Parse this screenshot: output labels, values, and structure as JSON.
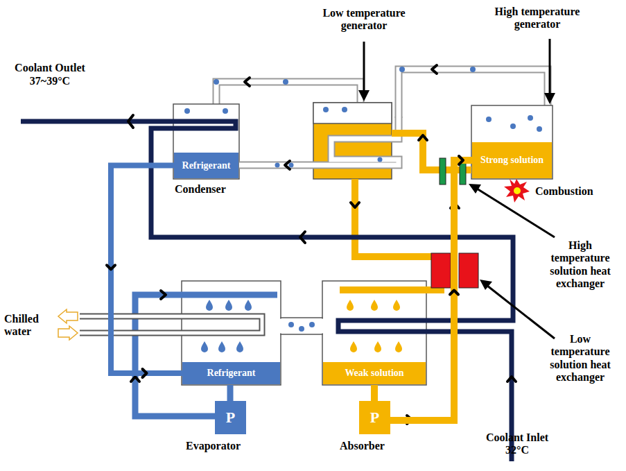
{
  "diagram": {
    "nodes": [
      {
        "text": [
          "Refrigerant"
        ]
      },
      {
        "text": [
          "Strong solution"
        ]
      },
      {
        "text": [
          "Refrigerant"
        ]
      },
      {
        "text": [
          "Weak solution"
        ]
      },
      {
        "text": [
          "P"
        ]
      },
      {
        "text": [
          "P"
        ]
      }
    ],
    "edges": [
      {
        "from": 0,
        "to": 2,
        "arrow": "to"
      },
      {
        "from": 5,
        "to": 1,
        "arrow": "to"
      }
    ],
    "labels": [
      "Low temperature generator",
      "High temperature generator",
      "Coolant Outlet 37~39°C",
      "Condenser",
      "Combustion",
      "High temperature solution heat exchanger",
      "Chilled water",
      "Low temperature solution heat exchanger",
      "Evaporator",
      "Absorber",
      "Coolant Inlet 32°C"
    ]
  }
}
